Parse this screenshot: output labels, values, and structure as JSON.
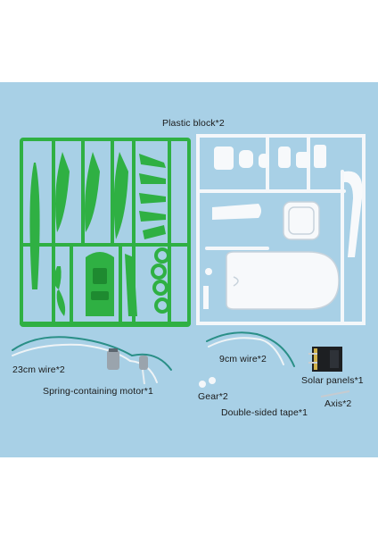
{
  "colors": {
    "background": "#a8d0e6",
    "sprue_green": "#2fb043",
    "sprue_white": "#f7f9fb",
    "page": "#ffffff"
  },
  "labels": {
    "plastic_block": "Plastic block*2",
    "wire_23cm": "23cm wire*2",
    "wire_9cm": "9cm wire*2",
    "solar_panels": "Solar panels*1",
    "spring_motor": "Spring-containing motor*1",
    "gear": "Gear*2",
    "axis": "Axis*2",
    "double_sided_tape": "Double-sided tape*1"
  }
}
